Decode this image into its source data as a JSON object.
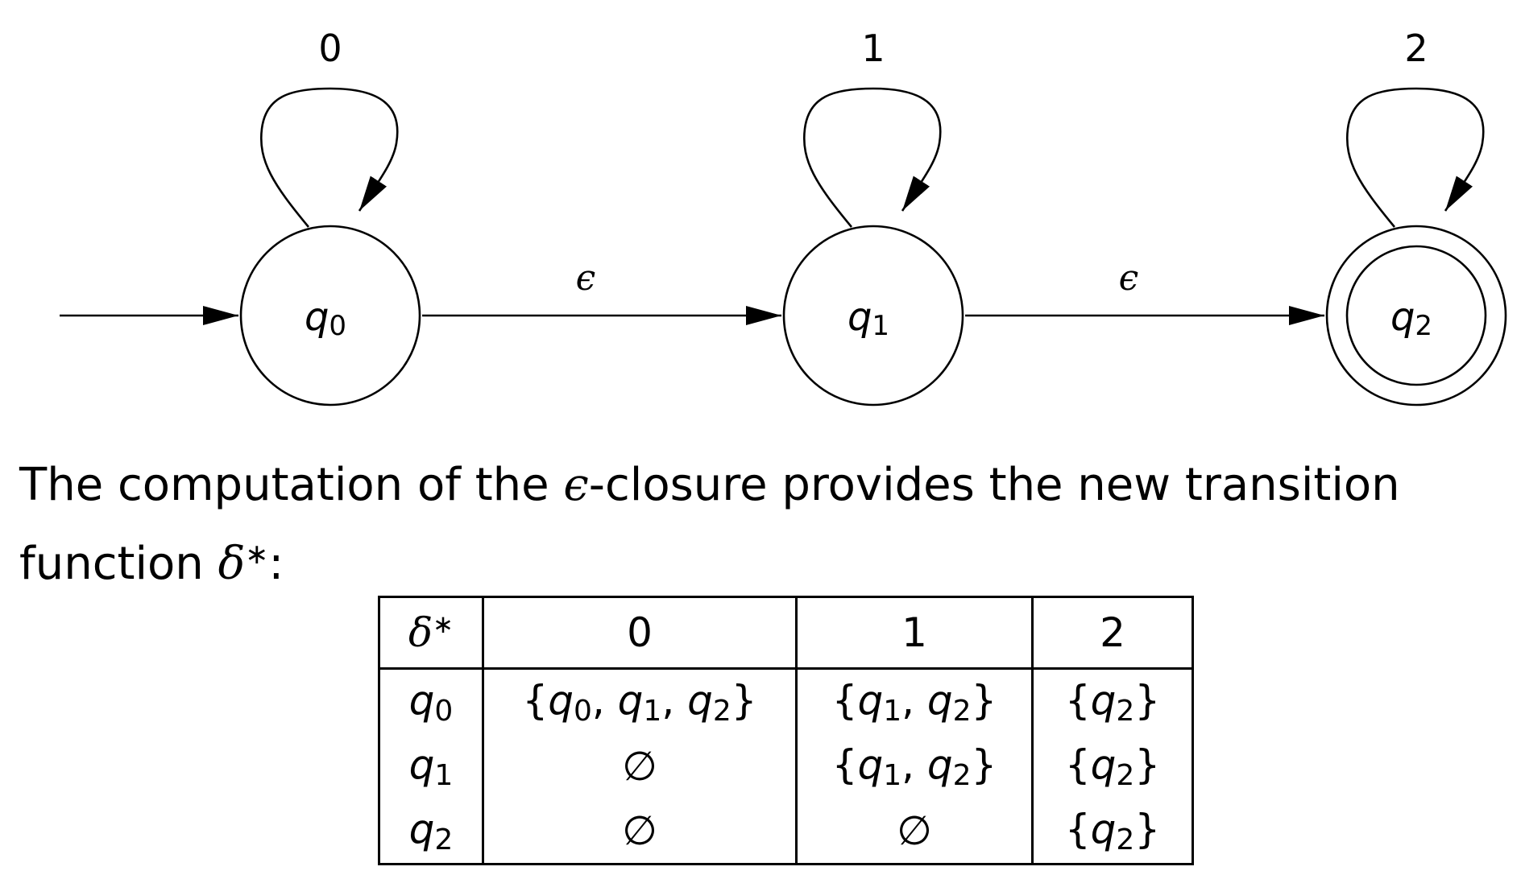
{
  "diagram": {
    "states": [
      {
        "id": "q0",
        "base": "q",
        "sub": "0",
        "accepting": false,
        "initial": true
      },
      {
        "id": "q1",
        "base": "q",
        "sub": "1",
        "accepting": false,
        "initial": false
      },
      {
        "id": "q2",
        "base": "q",
        "sub": "2",
        "accepting": true,
        "initial": false
      }
    ],
    "self_loops": [
      {
        "state": "q0",
        "label": "0"
      },
      {
        "state": "q1",
        "label": "1"
      },
      {
        "state": "q2",
        "label": "2"
      }
    ],
    "transitions": [
      {
        "from": "q0",
        "to": "q1",
        "label": "ϵ"
      },
      {
        "from": "q1",
        "to": "q2",
        "label": "ϵ"
      }
    ]
  },
  "caption": {
    "before": "The computation of the ",
    "epsilon": "ϵ",
    "after": "-closure provides the new transition function ",
    "delta": "δ",
    "star": "∗",
    "colon": ":"
  },
  "table": {
    "corner": {
      "delta": "δ",
      "star": "∗"
    },
    "columns": [
      "0",
      "1",
      "2"
    ],
    "rows": [
      {
        "state": {
          "base": "q",
          "sub": "0"
        },
        "cells": [
          "{q0, q1, q2}",
          "{q1, q2}",
          "{q2}"
        ]
      },
      {
        "state": {
          "base": "q",
          "sub": "1"
        },
        "cells": [
          "∅",
          "{q1, q2}",
          "{q2}"
        ]
      },
      {
        "state": {
          "base": "q",
          "sub": "2"
        },
        "cells": [
          "∅",
          "∅",
          "{q2}"
        ]
      }
    ]
  }
}
